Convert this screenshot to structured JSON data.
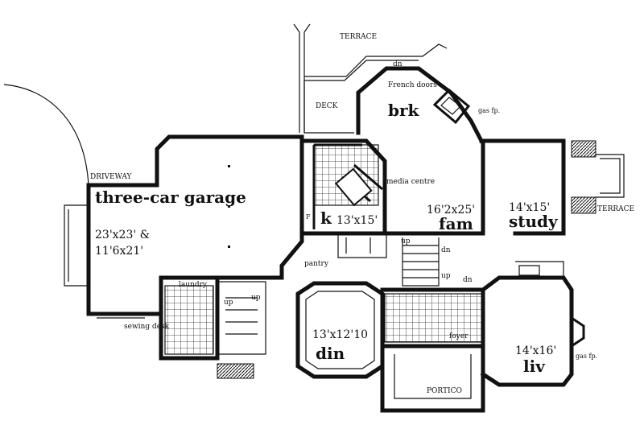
{
  "labels": {
    "terrace_top": "TERRACE",
    "dn_top": "dn",
    "french_doors": "French doors",
    "deck": "DECK",
    "brk": "brk",
    "gas_fp_top": "gas fp.",
    "driveway": "DRIVEWAY",
    "media_centre": "media centre",
    "garage_name": "three-car garage",
    "garage_dim1": "23'x23' &",
    "garage_dim2": "11'6x21'",
    "k_name": "k",
    "k_dim": "13'x15'",
    "fam_dim": "16'2x25'",
    "fam_name": "fam",
    "study_dim": "14'x15'",
    "study_name": "study",
    "terrace_right": "TERRACE",
    "up1": "up",
    "dn1": "dn",
    "up2": "up",
    "dn2": "dn",
    "pantry": "pantry",
    "laundry": "laundry",
    "up3": "up",
    "up4": "up",
    "sewing_desk": "sewing desk",
    "din_dim": "13'x12'10",
    "din_name": "din",
    "foyer": "foyer",
    "liv_dim": "14'x16'",
    "liv_name": "liv",
    "gas_fp_right": "gas fp.",
    "portico": "PORTICO",
    "f_label": "F"
  }
}
